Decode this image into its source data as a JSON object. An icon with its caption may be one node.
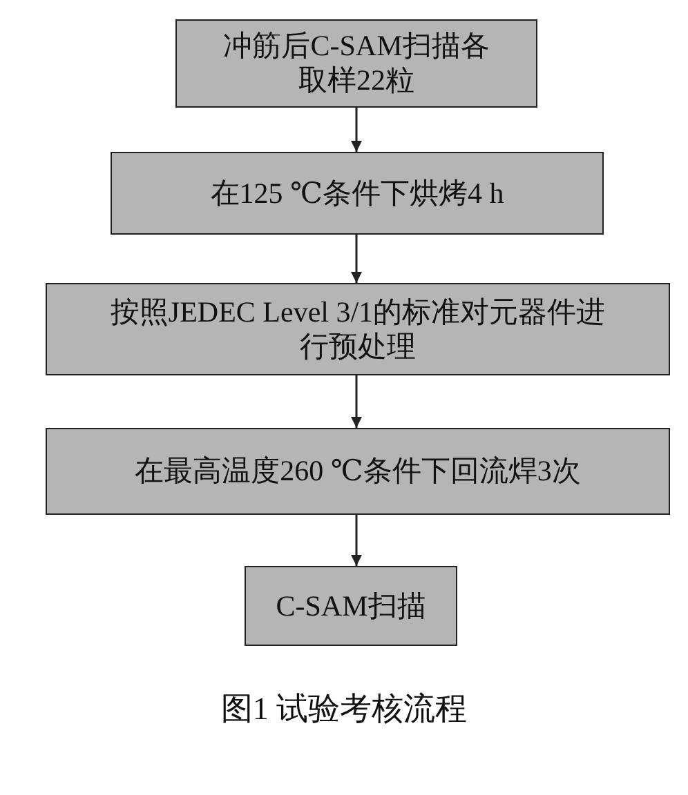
{
  "diagram": {
    "caption": "图1 试验考核流程",
    "nodes": [
      {
        "text": [
          "冲筋后C-SAM扫描各取样22粒"
        ]
      },
      {
        "text": [
          "在125 ℃条件下烘烤4 h"
        ]
      },
      {
        "text": [
          "按照JEDEC Level 3/1的标准对元器件进行预处理"
        ]
      },
      {
        "text": [
          "在最高温度260 ℃条件下回流焊3次"
        ]
      },
      {
        "text": [
          "C-SAM扫描"
        ]
      }
    ],
    "edges": [
      {
        "from": 0,
        "to": 1,
        "arrow": "to"
      },
      {
        "from": 1,
        "to": 2,
        "arrow": "to"
      },
      {
        "from": 2,
        "to": 3,
        "arrow": "to"
      },
      {
        "from": 3,
        "to": 4,
        "arrow": "to"
      }
    ]
  }
}
